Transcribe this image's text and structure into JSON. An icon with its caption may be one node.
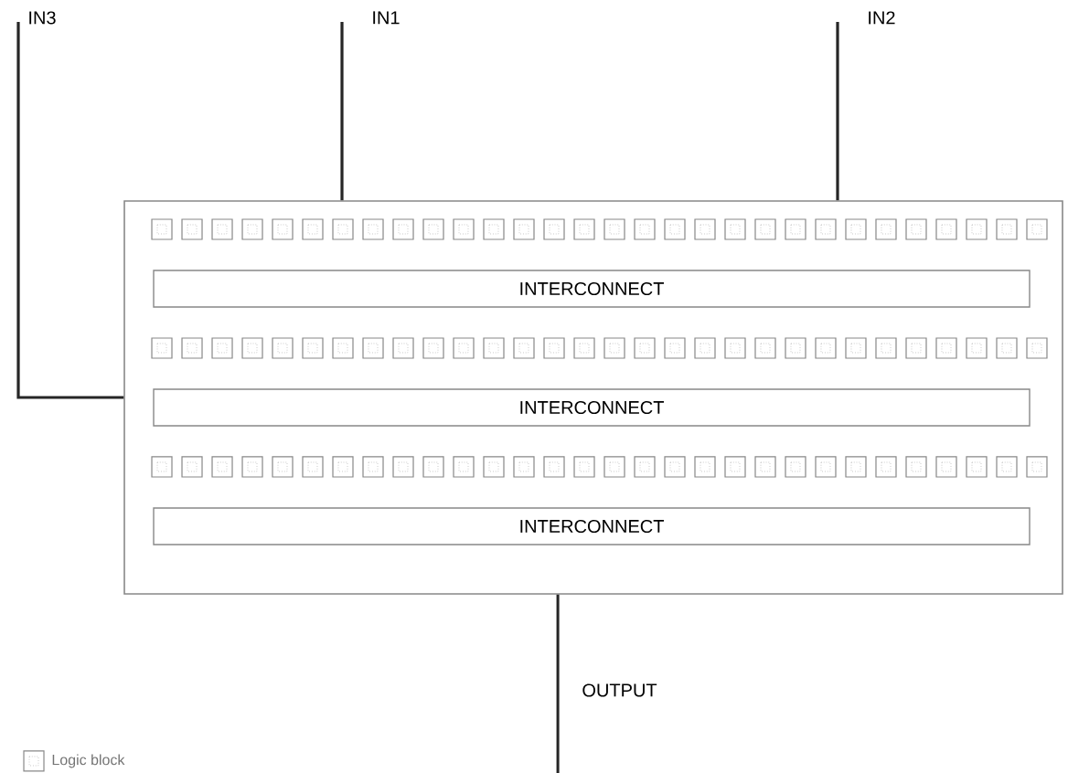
{
  "diagram": {
    "nodes": [
      {
        "text": [],
        "shape": "box"
      },
      {
        "text": [
          "INTERCONNECT"
        ],
        "in": 0
      },
      {
        "text": [
          "INTERCONNECT"
        ],
        "in": 0
      },
      {
        "text": [
          "INTERCONNECT"
        ],
        "in": 0
      },
      {
        "text": [
          "IN3"
        ]
      },
      {
        "text": [
          "IN1"
        ]
      },
      {
        "text": [
          "IN2"
        ]
      },
      {
        "text": [
          "OUTPUT"
        ]
      }
    ],
    "edges": [
      {
        "from": 4,
        "to": 0,
        "arrow": "none"
      },
      {
        "from": 5,
        "to": 0,
        "arrow": "none"
      },
      {
        "from": 6,
        "to": 0,
        "arrow": "none"
      },
      {
        "from": 0,
        "to": 7,
        "arrow": "none"
      }
    ],
    "legend": [
      {
        "text": "Logic block"
      }
    ]
  }
}
